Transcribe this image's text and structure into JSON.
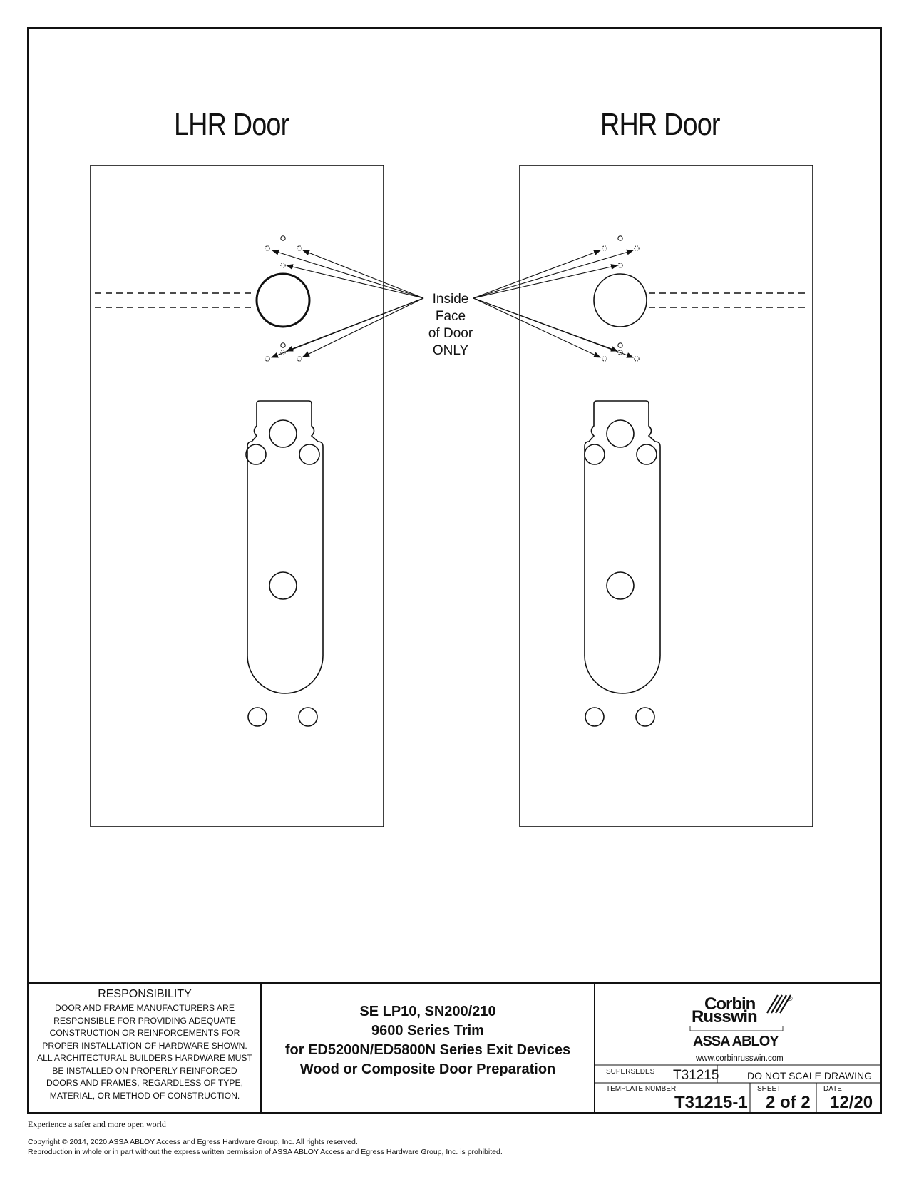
{
  "doors": [
    {
      "title": "LHR Door"
    },
    {
      "title": "RHR Door"
    }
  ],
  "callout": {
    "lines": [
      "Inside",
      "Face",
      "of Door",
      "ONLY"
    ]
  },
  "responsibility": {
    "heading": "RESPONSIBILITY",
    "lines": [
      "DOOR AND FRAME MANUFACTURERS ARE",
      "RESPONSIBLE FOR PROVIDING ADEQUATE",
      "CONSTRUCTION OR REINFORCEMENTS FOR",
      "PROPER INSTALLATION OF HARDWARE SHOWN.",
      "ALL ARCHITECTURAL BUILDERS HARDWARE MUST",
      "BE INSTALLED ON PROPERLY REINFORCED",
      "DOORS AND FRAMES, REGARDLESS OF TYPE,",
      "MATERIAL, OR METHOD OF CONSTRUCTION."
    ]
  },
  "title_block": {
    "lines": [
      "SE LP10, SN200/210",
      "9600 Series Trim",
      "for ED5200N/ED5800N Series Exit Devices",
      "Wood or Composite Door Preparation"
    ]
  },
  "brand": {
    "line1": "Corbin",
    "line2": "Russwin",
    "registered": "®",
    "parent": "ASSA ABLOY",
    "website": "www.corbinrusswin.com"
  },
  "info": {
    "supersedes_label": "SUPERSEDES",
    "supersedes_value": "T31215",
    "scale_note": "DO NOT SCALE DRAWING",
    "template_label": "TEMPLATE NUMBER",
    "template_value": "T31215-1",
    "sheet_label": "SHEET",
    "sheet_value": "2 of 2",
    "date_label": "DATE",
    "date_value": "12/20"
  },
  "footer": {
    "tagline": "Experience a safer and more open world",
    "copyright": "Copyright © 2014, 2020 ASSA ABLOY Access and Egress Hardware Group, Inc. All rights reserved.",
    "reproduction": "Reproduction in whole or in part without the express written permission of ASSA ABLOY Access and Egress Hardware Group, Inc. is prohibited."
  }
}
